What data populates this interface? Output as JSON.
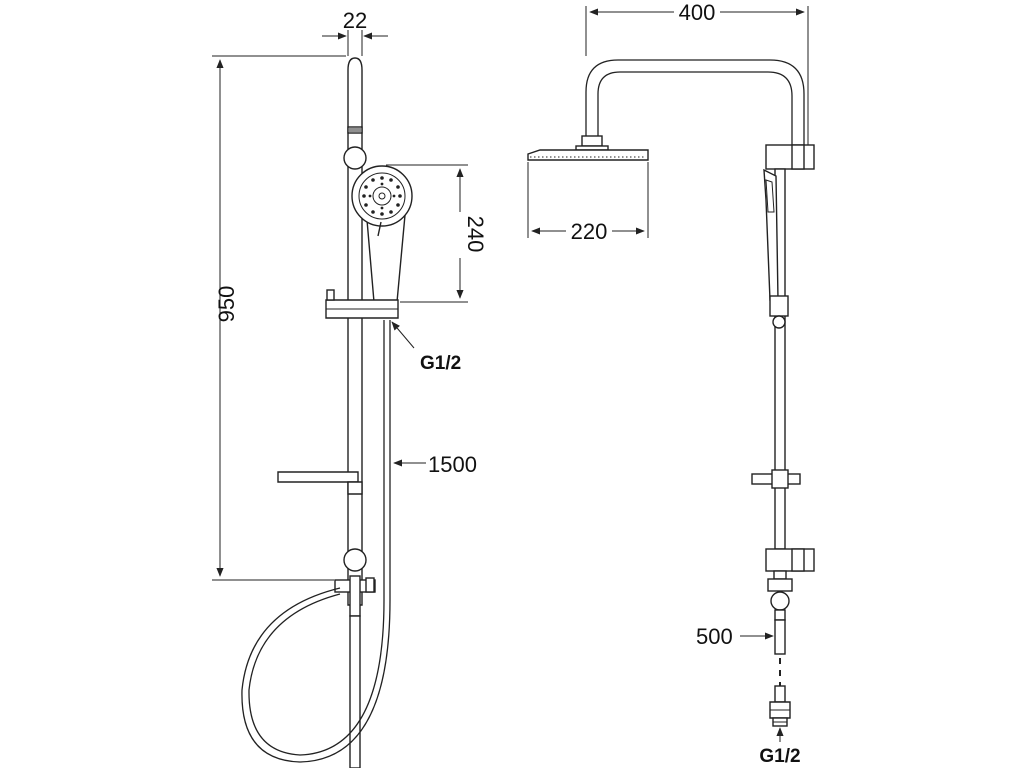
{
  "dimensions": {
    "rail_width": "22",
    "total_height": "950",
    "hand_shower_length": "240",
    "hand_thread": "G1/2",
    "hose_length": "1500",
    "arm_reach": "400",
    "head_width": "220",
    "lower_hose": "500",
    "inlet_thread": "G1/2"
  }
}
